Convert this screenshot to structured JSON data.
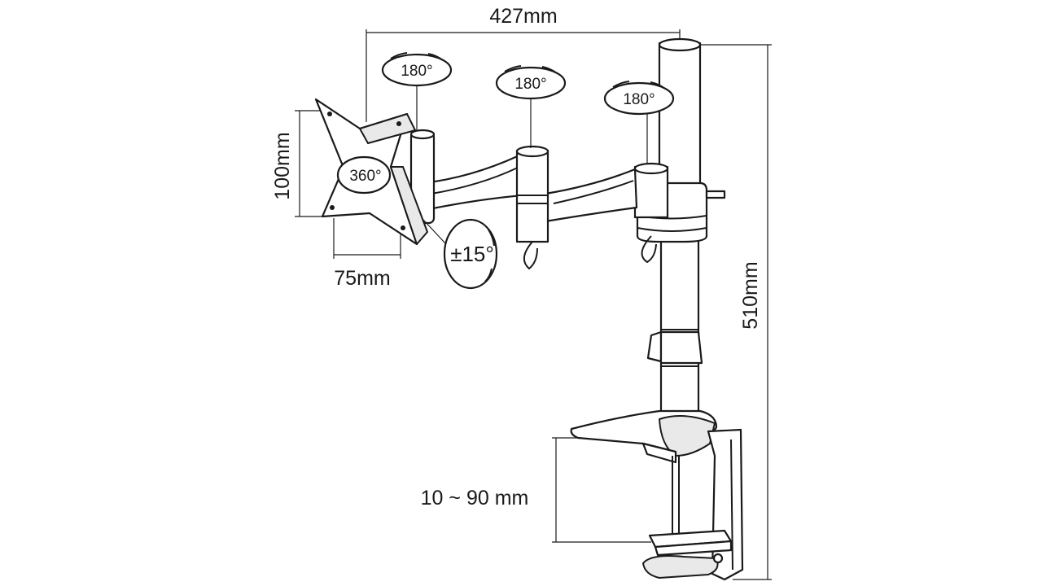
{
  "dimensions": {
    "width": "427mm",
    "height": "510mm",
    "vesa_vertical": "100mm",
    "vesa_horizontal": "75mm",
    "clamp_range": "10 ~ 90 mm"
  },
  "rotations": {
    "arm_joint_1": "180°",
    "arm_joint_2": "180°",
    "arm_joint_3": "180°",
    "plate_rotation": "360°",
    "tilt": "±15°"
  },
  "colors": {
    "line": "#1a1a1a",
    "background": "#ffffff",
    "shade": "#e9e9e9"
  }
}
